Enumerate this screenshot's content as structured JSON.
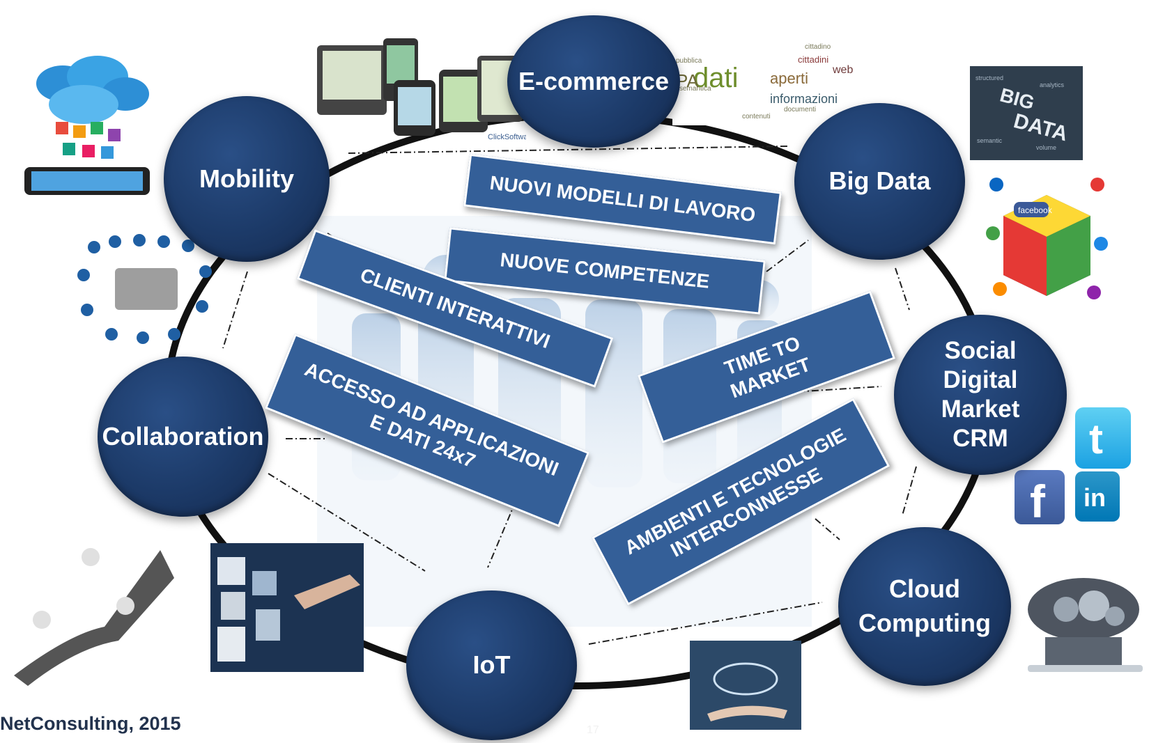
{
  "nodes": {
    "mobility": "Mobility",
    "ecommerce": "E-commerce",
    "bigdata": "Big Data",
    "social": [
      "Social",
      "Digital",
      "Market",
      "CRM"
    ],
    "cloud": [
      "Cloud",
      "Computing"
    ],
    "iot": "IoT",
    "collaboration": "Collaboration"
  },
  "banners": {
    "nuovi_modelli": "NUOVI MODELLI DI LAVORO",
    "nuove_competenze": "NUOVE COMPETENZE",
    "clienti_interattivi": "CLIENTI INTERATTIVI",
    "accesso": [
      "ACCESSO AD APPLICAZIONI",
      "E DATI 24x7"
    ],
    "time_to_market": [
      "TIME TO",
      "MARKET"
    ],
    "ambienti": [
      "AMBIENTI E TECNOLOGIE",
      "INTERCONNESSE"
    ]
  },
  "images": {
    "word_cloud": [
      "dati",
      "PA",
      "aperti",
      "informazioni",
      "web",
      "cittadini"
    ],
    "big_data": [
      "BIG",
      "DATA"
    ],
    "social_logos": {
      "twitter": "twitter-icon",
      "facebook": "f",
      "linkedin": "in"
    },
    "clicksoftware": "ClickSoftware"
  },
  "footer": "NetConsulting, 2015",
  "page_number": "17",
  "colors": {
    "node": "#1c3a68",
    "banner": "#345f98",
    "ring": "#111111"
  }
}
